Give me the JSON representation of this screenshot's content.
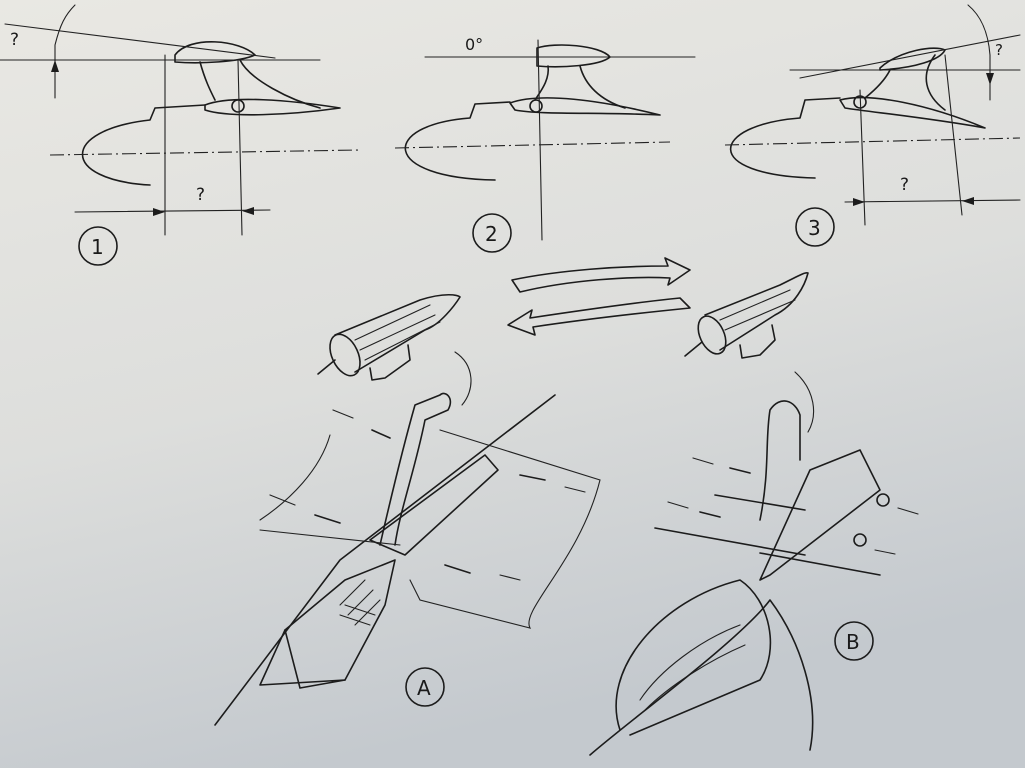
{
  "sheet": {
    "views": [
      {
        "number": "1",
        "angle_label": "?",
        "offset_label": "?"
      },
      {
        "number": "2",
        "angle_label": "0°"
      },
      {
        "number": "3",
        "angle_label": "?",
        "offset_label": "?"
      }
    ],
    "assemblies": [
      {
        "label": "A"
      },
      {
        "label": "B"
      }
    ]
  },
  "colors": {
    "ink": "#1c1c1c",
    "paper": "#e4e3de"
  }
}
